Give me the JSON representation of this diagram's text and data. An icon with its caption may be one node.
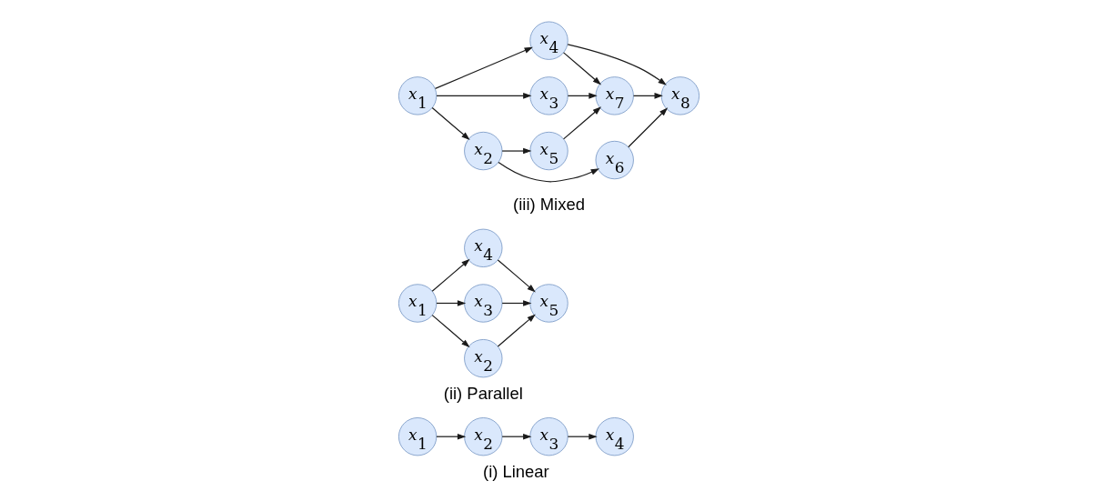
{
  "diagram": {
    "nodes": [
      {
        "text": [
          "*x*$_{1}$"
        ]
      },
      {
        "text": [
          "*x*$_{2}$"
        ]
      },
      {
        "text": [
          "*x*$_{3}$"
        ]
      },
      {
        "text": [
          "*x*$_{4}$"
        ]
      },
      {
        "text": [
          "*x*$_{1}$"
        ]
      },
      {
        "text": [
          "*x*$_{2}$"
        ]
      },
      {
        "text": [
          "*x*$_{3}$"
        ]
      },
      {
        "text": [
          "*x*$_{4}$"
        ]
      },
      {
        "text": [
          "*x*$_{5}$"
        ]
      },
      {
        "text": [
          "*x*$_{1}$"
        ]
      },
      {
        "text": [
          "*x*$_{2}$"
        ]
      },
      {
        "text": [
          "*x*$_{6}$"
        ]
      },
      {
        "text": [
          "*x*$_{5}$"
        ]
      },
      {
        "text": [
          "*x*$_{3}$"
        ]
      },
      {
        "text": [
          "*x*$_{7}$"
        ]
      },
      {
        "text": [
          "*x*$_{4}$"
        ]
      },
      {
        "text": [
          "*x*$_{8}$"
        ]
      }
    ],
    "edges": [
      {
        "from": 0,
        "to": 1,
        "arrow": "to"
      },
      {
        "from": 1,
        "to": 2,
        "arrow": "to"
      },
      {
        "from": 2,
        "to": 3,
        "arrow": "to"
      },
      {
        "from": 4,
        "to": 5,
        "arrow": "to"
      },
      {
        "from": 4,
        "to": 6,
        "arrow": "to"
      },
      {
        "from": 4,
        "to": 7,
        "arrow": "to"
      },
      {
        "from": 5,
        "to": 8,
        "arrow": "to"
      },
      {
        "from": 6,
        "to": 8,
        "arrow": "to"
      },
      {
        "from": 7,
        "to": 8,
        "arrow": "to"
      },
      {
        "from": 9,
        "to": 10,
        "arrow": "to"
      },
      {
        "from": 9,
        "to": 13,
        "arrow": "to"
      },
      {
        "from": 9,
        "to": 15,
        "arrow": "to"
      },
      {
        "from": 10,
        "to": 11,
        "arrow": "to"
      },
      {
        "from": 10,
        "to": 12,
        "arrow": "to"
      },
      {
        "from": 12,
        "to": 14,
        "arrow": "to"
      },
      {
        "from": 13,
        "to": 14,
        "arrow": "to"
      },
      {
        "from": 15,
        "to": 14,
        "arrow": "to"
      },
      {
        "from": 15,
        "to": 16,
        "arrow": "to"
      },
      {
        "from": 14,
        "to": 16,
        "arrow": "to"
      },
      {
        "from": 11,
        "to": 16,
        "arrow": "to"
      }
    ],
    "labels": [
      "(i) Linear",
      "(ii) Parallel",
      "(iii) Mixed"
    ]
  }
}
